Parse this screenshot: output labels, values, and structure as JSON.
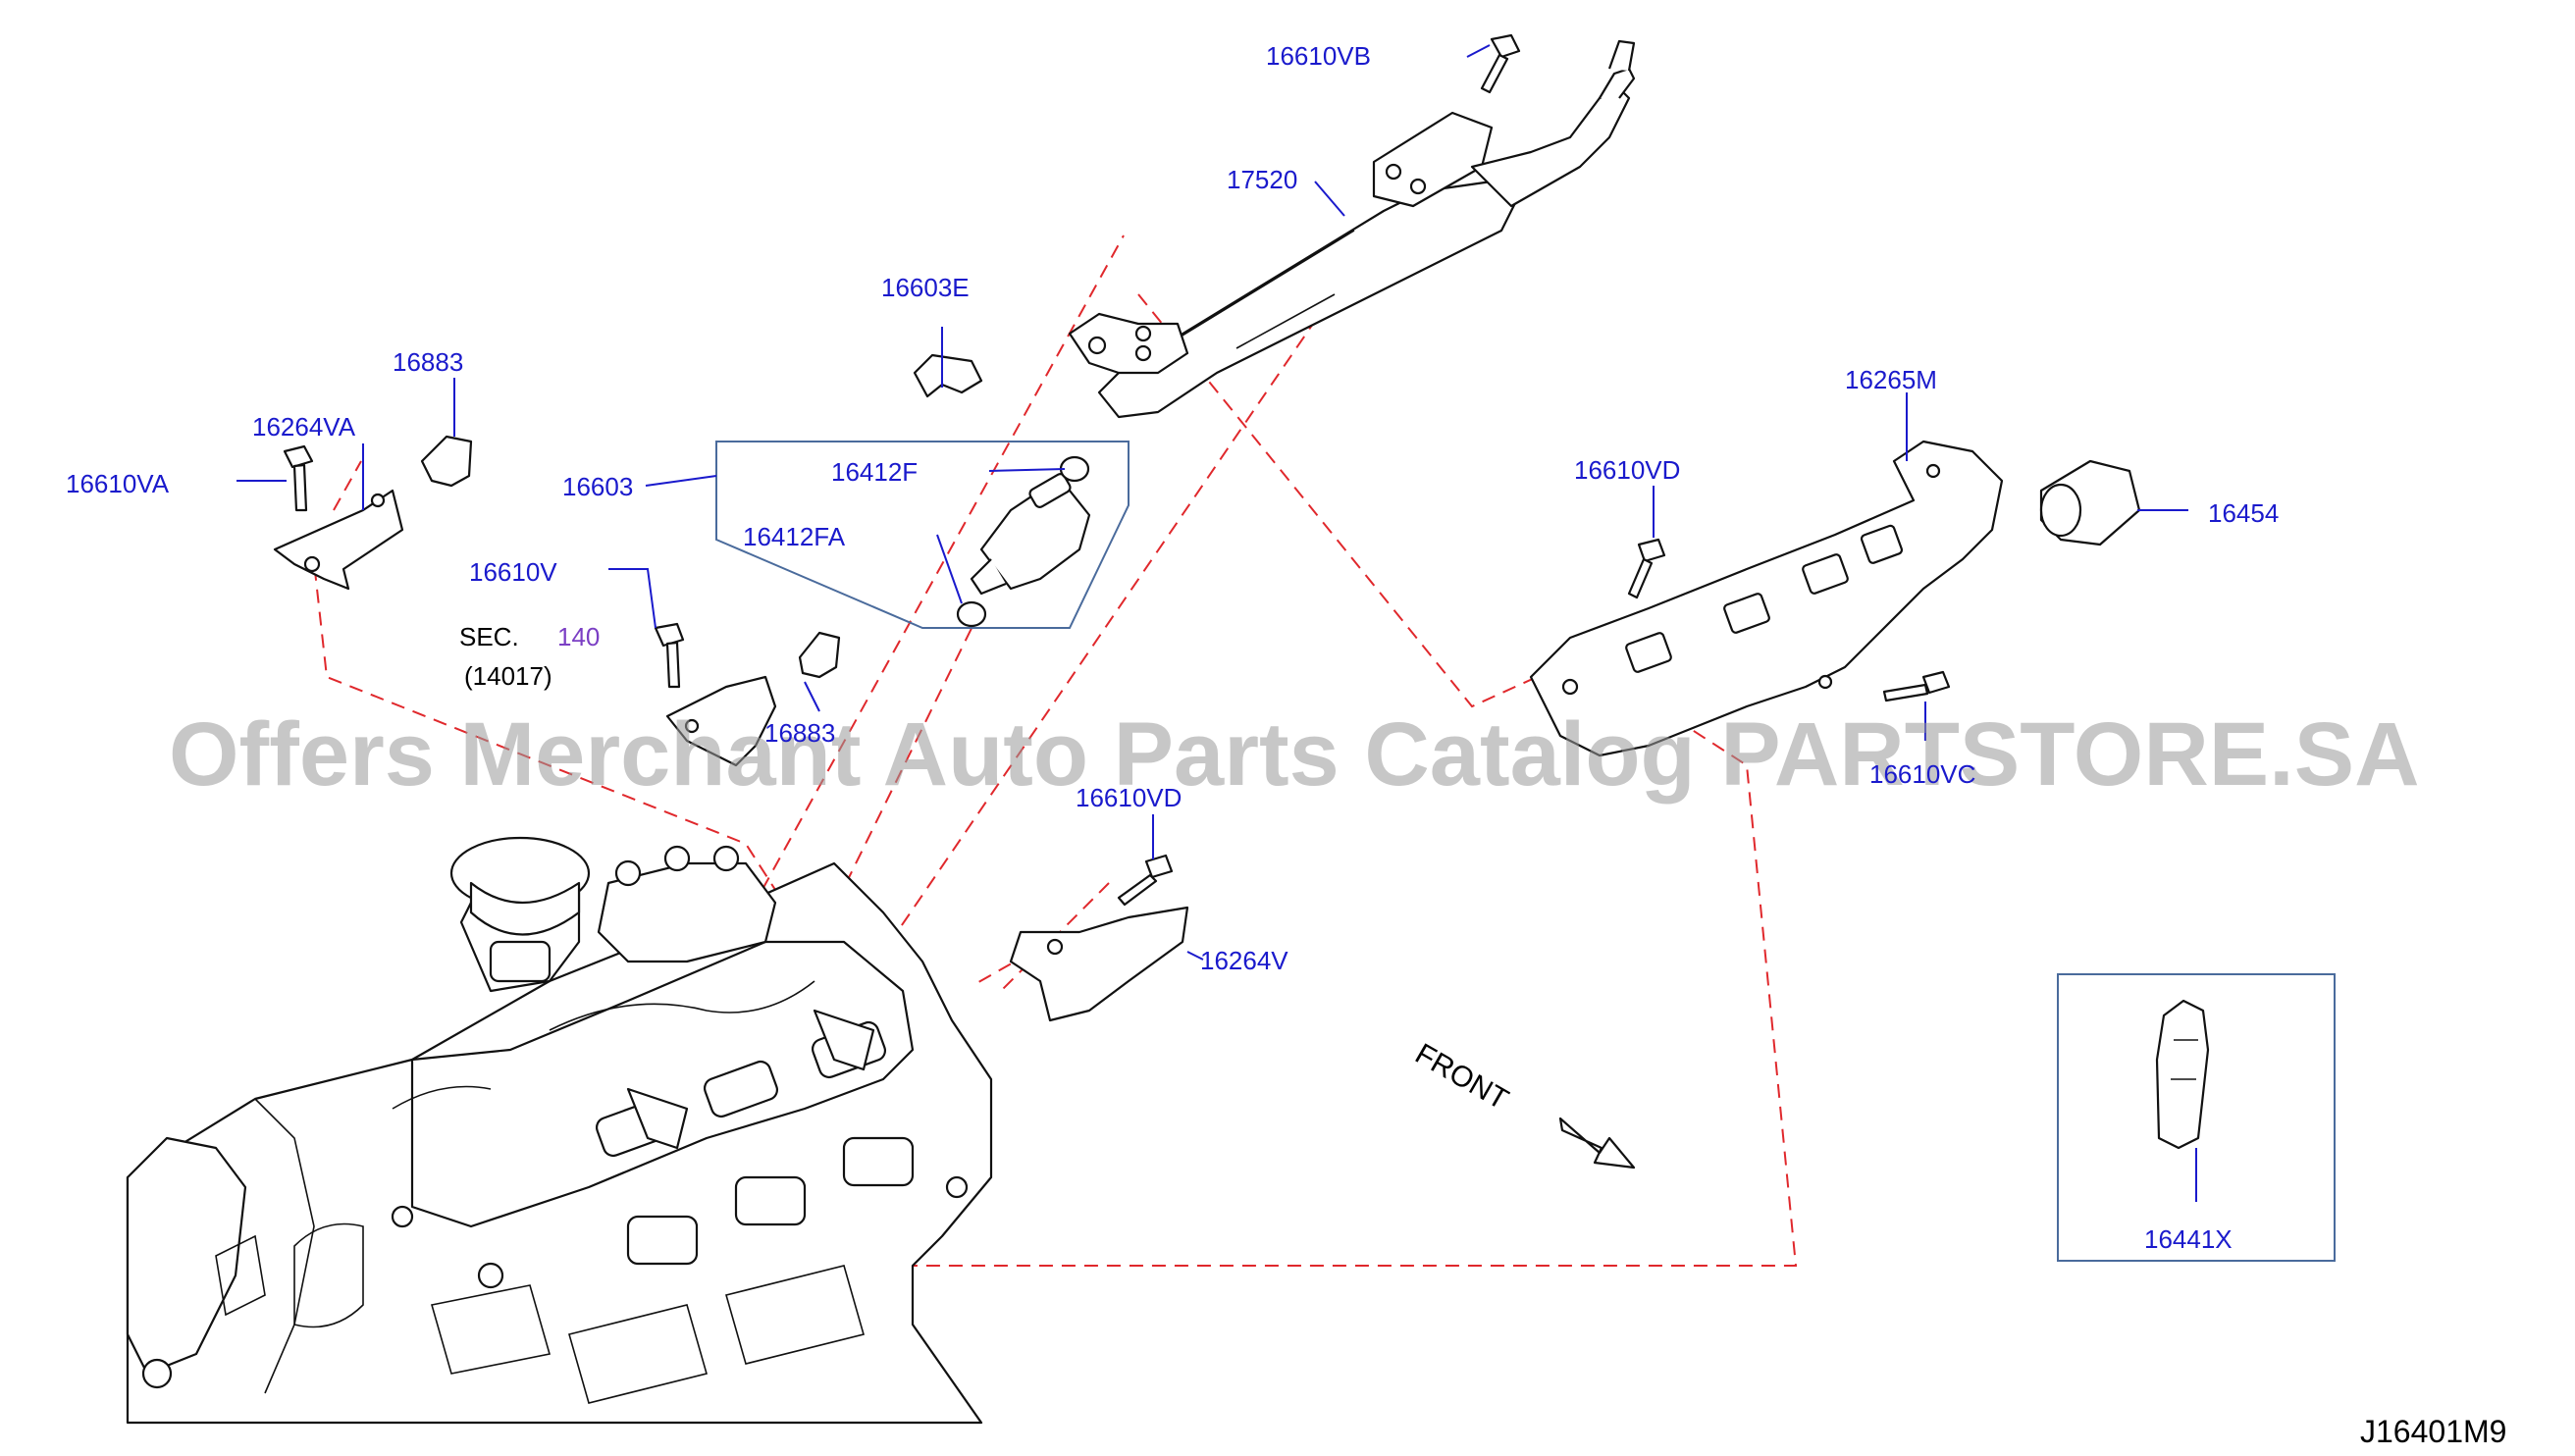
{
  "diagram": {
    "code": "J16401M9",
    "watermark": "Offers Merchant Auto Parts Catalog PARTSTORE.SA",
    "front_label": "FRONT",
    "sec_ref": {
      "sec": "SEC.",
      "number": "140",
      "sub": "(14017)"
    },
    "parts": {
      "p16610VB": "16610VB",
      "p17520": "17520",
      "p16603E": "16603E",
      "p16883a": "16883",
      "p16264VA": "16264VA",
      "p16610VA": "16610VA",
      "p16603": "16603",
      "p16412F": "16412F",
      "p16412FA": "16412FA",
      "p16610V": "16610V",
      "p16883b": "16883",
      "p16265M": "16265M",
      "p16610VDa": "16610VD",
      "p16454": "16454",
      "p16610VC": "16610VC",
      "p16610VDb": "16610VD",
      "p16264V": "16264V",
      "p16441X": "16441X"
    }
  }
}
